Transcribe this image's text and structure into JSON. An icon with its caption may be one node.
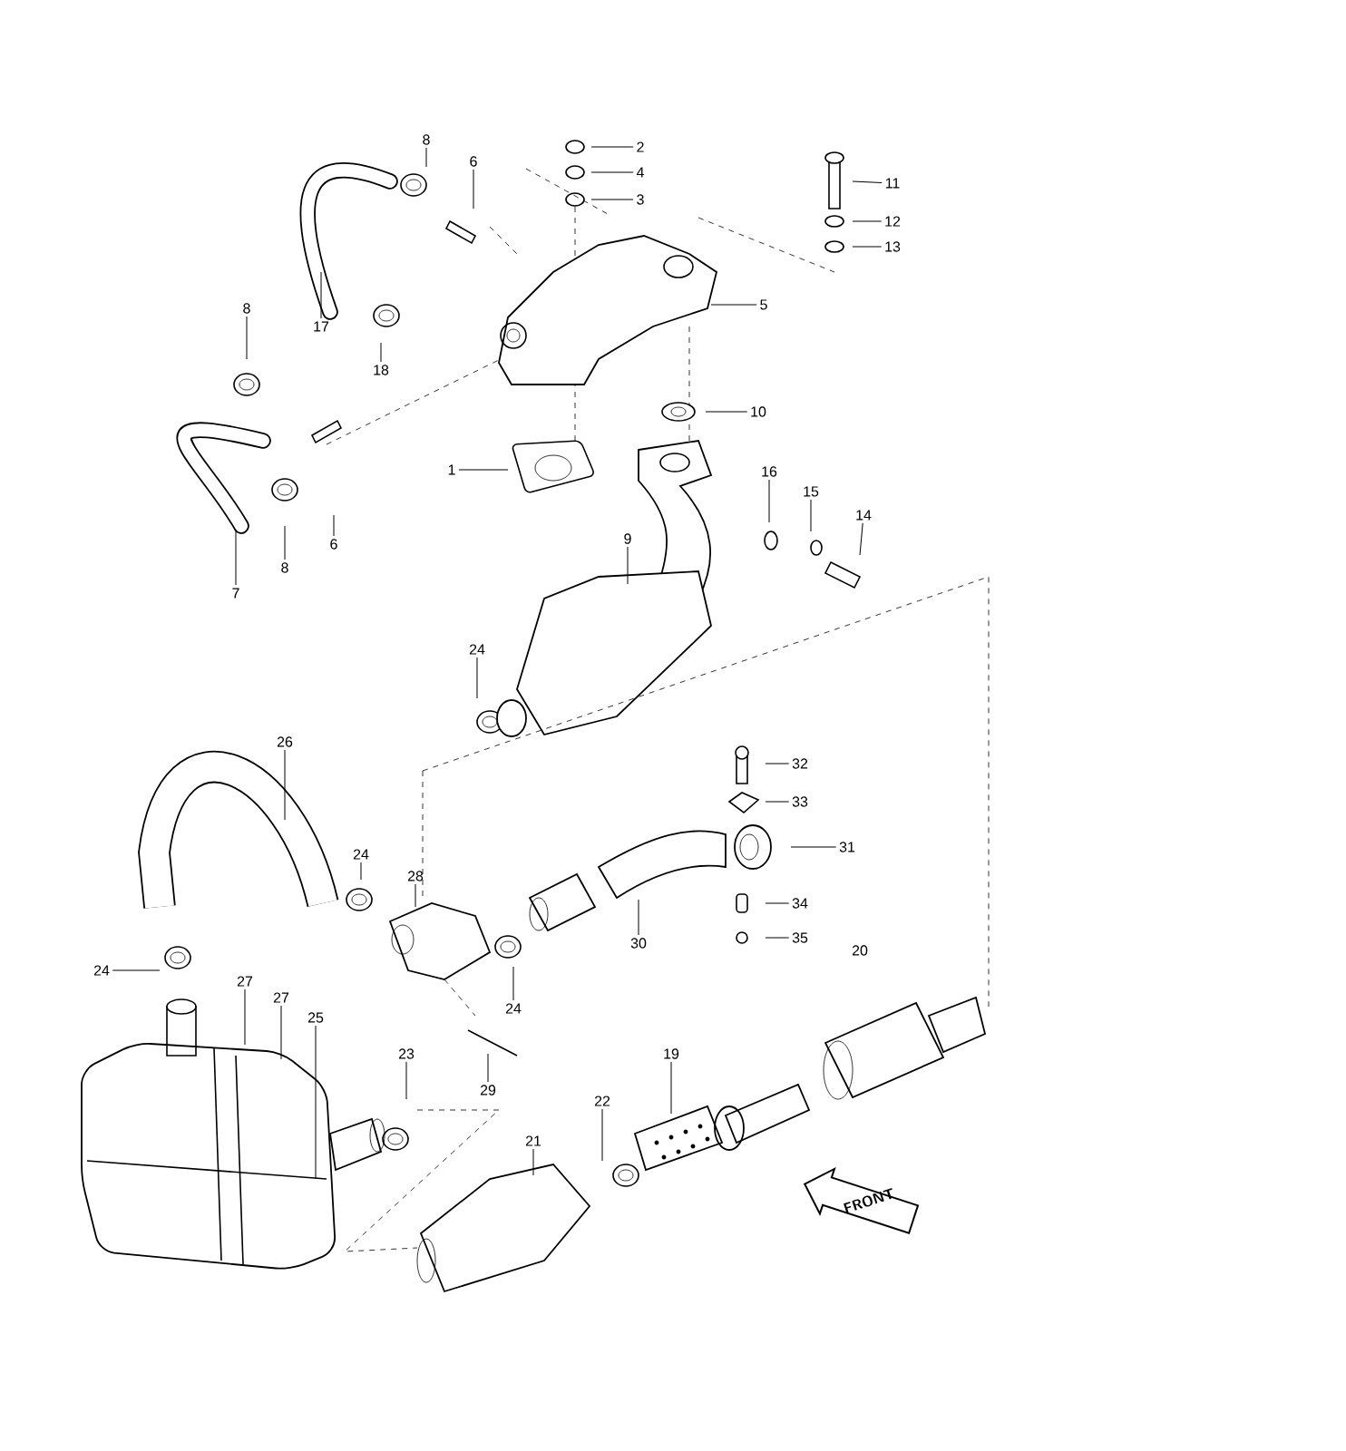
{
  "diagram": {
    "nodes": [
      {
        "text": [
          "8"
        ]
      },
      {
        "text": [
          "2"
        ]
      },
      {
        "text": [
          "6"
        ]
      },
      {
        "text": [
          "11"
        ]
      },
      {
        "text": [
          "4"
        ]
      },
      {
        "text": [
          "3"
        ]
      },
      {
        "text": [
          "12"
        ]
      },
      {
        "text": [
          "13"
        ]
      },
      {
        "text": [
          "8"
        ]
      },
      {
        "text": [
          "17"
        ]
      },
      {
        "text": [
          "5"
        ]
      },
      {
        "text": [
          "18"
        ]
      },
      {
        "text": [
          "10"
        ]
      },
      {
        "text": [
          "1"
        ]
      },
      {
        "text": [
          "16"
        ]
      },
      {
        "text": [
          "15"
        ]
      },
      {
        "text": [
          "14"
        ]
      },
      {
        "text": [
          "6"
        ]
      },
      {
        "text": [
          "9"
        ]
      },
      {
        "text": [
          "8"
        ]
      },
      {
        "text": [
          "7"
        ]
      },
      {
        "text": [
          "24"
        ]
      },
      {
        "text": [
          "26"
        ]
      },
      {
        "text": [
          "32"
        ]
      },
      {
        "text": [
          "33"
        ]
      },
      {
        "text": [
          "31"
        ]
      },
      {
        "text": [
          "24"
        ]
      },
      {
        "text": [
          "28"
        ]
      },
      {
        "text": [
          "34"
        ]
      },
      {
        "text": [
          "30"
        ]
      },
      {
        "text": [
          "35"
        ]
      },
      {
        "text": [
          "24"
        ]
      },
      {
        "text": [
          "24"
        ]
      },
      {
        "text": [
          "27"
        ]
      },
      {
        "text": [
          "27"
        ]
      },
      {
        "text": [
          "25"
        ]
      },
      {
        "text": [
          "23"
        ]
      },
      {
        "text": [
          "29"
        ]
      },
      {
        "text": [
          "19"
        ]
      },
      {
        "text": [
          "22"
        ]
      },
      {
        "text": [
          "21"
        ]
      }
    ],
    "edges": [
      {
        "from": 0,
        "to": null,
        "arrow": "none"
      },
      {
        "from": 1,
        "to": null,
        "arrow": "none"
      },
      {
        "from": 2,
        "to": null,
        "arrow": "none"
      },
      {
        "from": 3,
        "to": null,
        "arrow": "none"
      },
      {
        "from": 4,
        "to": null,
        "arrow": "none"
      },
      {
        "from": 5,
        "to": null,
        "arrow": "none"
      },
      {
        "from": 6,
        "to": null,
        "arrow": "none"
      },
      {
        "from": 7,
        "to": null,
        "arrow": "none"
      },
      {
        "from": 8,
        "to": null,
        "arrow": "none"
      },
      {
        "from": 9,
        "to": null,
        "arrow": "none"
      },
      {
        "from": 10,
        "to": null,
        "arrow": "none"
      },
      {
        "from": 11,
        "to": null,
        "arrow": "none"
      },
      {
        "from": 12,
        "to": null,
        "arrow": "none"
      },
      {
        "from": 13,
        "to": null,
        "arrow": "none"
      },
      {
        "from": 14,
        "to": null,
        "arrow": "none"
      },
      {
        "from": 15,
        "to": null,
        "arrow": "none"
      },
      {
        "from": 16,
        "to": null,
        "arrow": "none"
      },
      {
        "from": 17,
        "to": null,
        "arrow": "none"
      },
      {
        "from": 18,
        "to": null,
        "arrow": "none"
      },
      {
        "from": 19,
        "to": null,
        "arrow": "none"
      },
      {
        "from": 20,
        "to": null,
        "arrow": "none"
      },
      {
        "from": 21,
        "to": null,
        "arrow": "none"
      },
      {
        "from": 22,
        "to": null,
        "arrow": "none"
      },
      {
        "from": 23,
        "to": null,
        "arrow": "none"
      },
      {
        "from": 24,
        "to": null,
        "arrow": "none"
      },
      {
        "from": 25,
        "to": null,
        "arrow": "none"
      },
      {
        "from": 26,
        "to": null,
        "arrow": "none"
      },
      {
        "from": 27,
        "to": null,
        "arrow": "none"
      },
      {
        "from": 28,
        "to": null,
        "arrow": "none"
      },
      {
        "from": 29,
        "to": null,
        "arrow": "none"
      },
      {
        "from": 30,
        "to": null,
        "arrow": "none"
      },
      {
        "from": 31,
        "to": null,
        "arrow": "none"
      },
      {
        "from": 32,
        "to": null,
        "arrow": "none"
      },
      {
        "from": 33,
        "to": null,
        "arrow": "none"
      },
      {
        "from": 34,
        "to": null,
        "arrow": "none"
      },
      {
        "from": 35,
        "to": null,
        "arrow": "none"
      },
      {
        "from": 36,
        "to": null,
        "arrow": "none"
      },
      {
        "from": 37,
        "to": null,
        "arrow": "none"
      },
      {
        "from": 38,
        "to": null,
        "arrow": "none"
      },
      {
        "from": 39,
        "to": null,
        "arrow": "none"
      },
      {
        "from": 40,
        "to": null,
        "arrow": "none"
      }
    ],
    "labels": [
      "20",
      "FRONT"
    ]
  }
}
